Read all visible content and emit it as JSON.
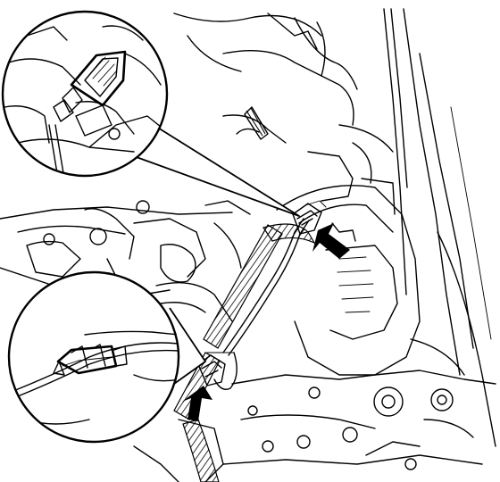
{
  "diagram": {
    "colors": {
      "ink": "#000000",
      "paper": "#ffffff",
      "arrow": "#000000"
    },
    "icons": [
      "pointer-arrow-icon",
      "connector-icon"
    ],
    "callouts": [
      {
        "id": "upper-detail",
        "icon": "connector-icon"
      },
      {
        "id": "lower-detail",
        "icon": "connector-icon"
      }
    ],
    "arrows": [
      {
        "id": "upper-arrow",
        "icon": "pointer-arrow-icon"
      },
      {
        "id": "lower-arrow",
        "icon": "pointer-arrow-icon"
      }
    ]
  }
}
